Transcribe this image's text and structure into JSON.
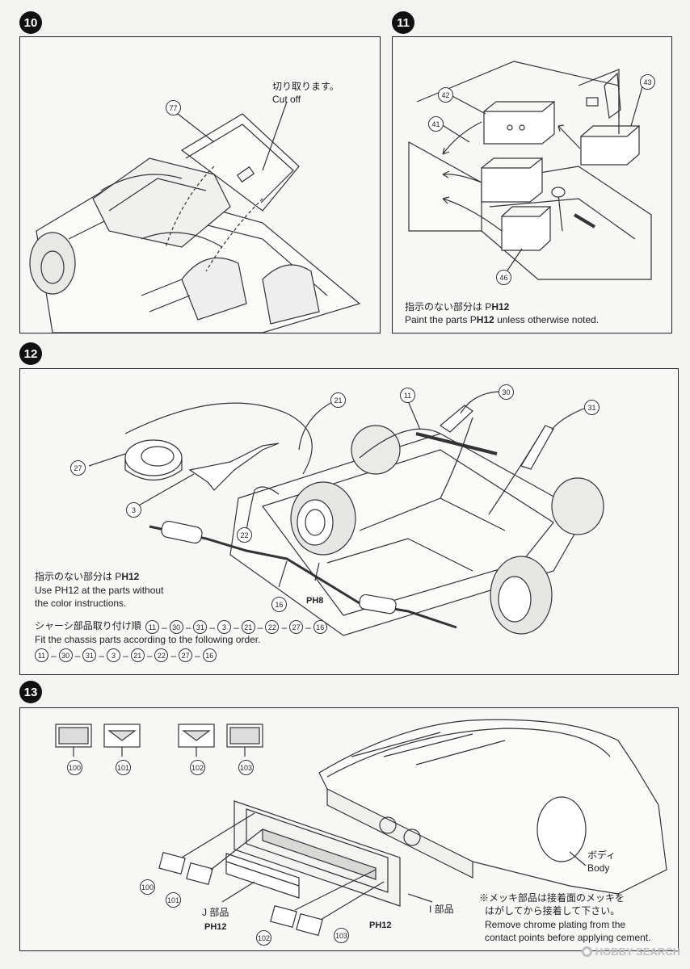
{
  "steps": {
    "s10": {
      "number": "10",
      "cut_note_jp": "切り取ります。",
      "cut_note_en": "Cut off",
      "parts": [
        "77"
      ]
    },
    "s11": {
      "number": "11",
      "parts": [
        "42",
        "43",
        "41",
        "46"
      ],
      "note_jp": "指示のない部分は P",
      "note_jp_code": "H12",
      "note_en_pre": "Paint the parts P",
      "note_en_code": "H12",
      "note_en_post": " unless otherwise noted."
    },
    "s12": {
      "number": "12",
      "parts": [
        "21",
        "11",
        "30",
        "31",
        "27",
        "3",
        "22",
        "16"
      ],
      "muffler_paint": "PH8",
      "note_jp": "指示のない部分は P",
      "note_jp_code": "H12",
      "note_en_line1": "Use PH12 at the parts without",
      "note_en_line2": "the color instructions.",
      "order_jp": "シャーシ部品取り付け順",
      "order_en": "Fit the chassis parts according to the following order.",
      "order": [
        "11",
        "30",
        "31",
        "3",
        "21",
        "22",
        "27",
        "16"
      ]
    },
    "s13": {
      "number": "13",
      "lamps_top": [
        "100",
        "101",
        "102",
        "103"
      ],
      "lamps_bottom": [
        "100",
        "101",
        "102",
        "103"
      ],
      "body_jp": "ボディ",
      "body_en": "Body",
      "j_part_jp": "J 部品",
      "j_part_paint": "PH12",
      "i_part_jp": "I 部品",
      "i_part_paint": "PH12",
      "chrome_note_jp1": "※メッキ部品は接着面のメッキを",
      "chrome_note_jp2": "はがしてから接着して下さい。",
      "chrome_note_en1": "Remove chrome plating from the",
      "chrome_note_en2": "contact points before applying cement."
    }
  },
  "watermark": {
    "text": "HOBBY SEARCH",
    "icon": "hobby-search-logo-icon"
  }
}
